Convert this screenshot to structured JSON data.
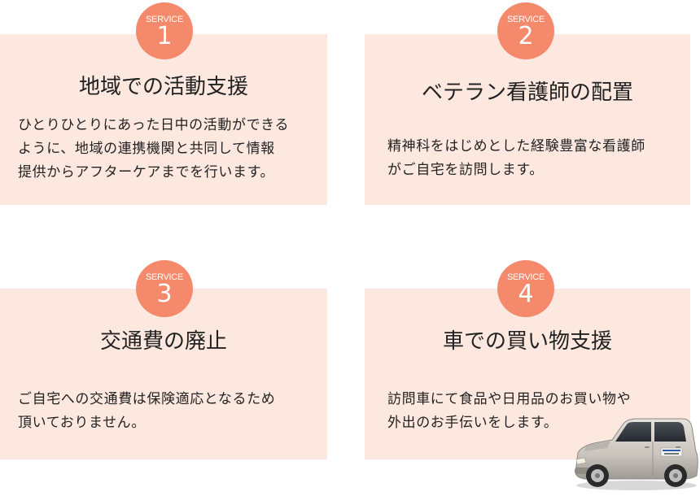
{
  "services": [
    {
      "badge_label": "SERVICE",
      "number": "1",
      "title": "地域での活動支援",
      "lines": [
        "ひとりひとりにあった日中の活動ができる",
        "ように、地域の連携機関と共同して情報",
        "提供からアフターケアまでを行います。"
      ]
    },
    {
      "badge_label": "SERVICE",
      "number": "2",
      "title": "ベテラン看護師の配置",
      "lines": [
        "精神科をはじめとした経験豊富な看護師",
        "がご自宅を訪問します。"
      ]
    },
    {
      "badge_label": "SERVICE",
      "number": "3",
      "title": "交通費の廃止",
      "lines": [
        "ご自宅への交通費は保険適応となるため",
        "頂いておりません。"
      ]
    },
    {
      "badge_label": "SERVICE",
      "number": "4",
      "title": "車での買い物支援",
      "lines": [
        "訪問車にて食品や日用品のお買い物や",
        "外出のお手伝いをします。"
      ]
    }
  ],
  "colors": {
    "card_background": "#fde8e0",
    "badge": "#f4896b",
    "text": "#222222"
  },
  "icons": {
    "car": "silver-compact-car-icon"
  }
}
